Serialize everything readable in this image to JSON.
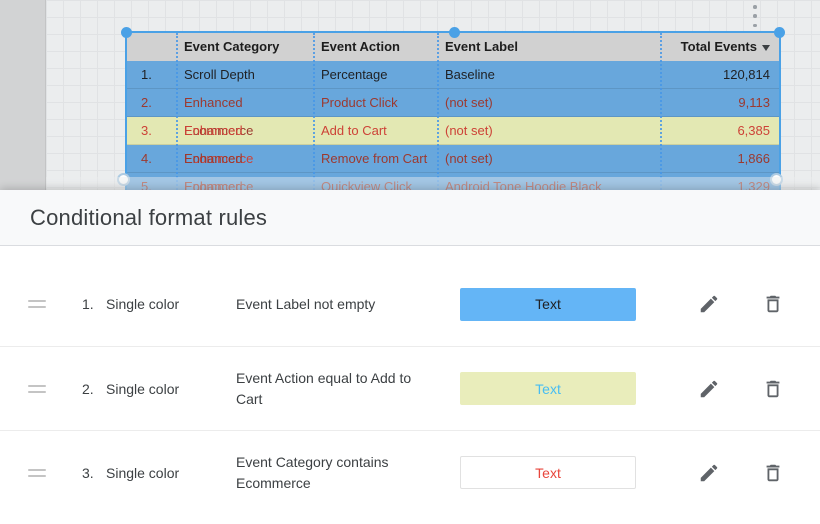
{
  "table": {
    "header": {
      "row_number_label": "",
      "col_category": "Event Category",
      "col_action": "Event Action",
      "col_label": "Event Label",
      "col_total": "Total Events",
      "sorted_by": "Total Events",
      "sort_direction": "desc"
    },
    "rows": [
      {
        "num": "1.",
        "category": "Scroll Depth",
        "action": "Percentage",
        "label": "Baseline",
        "total": "120,814"
      },
      {
        "num": "2.",
        "category": "Enhanced Ecommerce",
        "action": "Product Click",
        "label": "(not set)",
        "total": "9,113"
      },
      {
        "num": "3.",
        "category": "Enhanced Ecommerce",
        "action": "Add to Cart",
        "label": "(not set)",
        "total": "6,385"
      },
      {
        "num": "4.",
        "category": "Enhanced Ecommerce",
        "action": "Remove from Cart",
        "label": "(not set)",
        "total": "1,866"
      },
      {
        "num": "5.",
        "category": "Enhanced Ecommerce",
        "action": "Quickview Click",
        "label": "Android Tone Hoodie Black",
        "total": "1,329"
      }
    ]
  },
  "panel": {
    "title": "Conditional format rules",
    "rules": [
      {
        "index": "1.",
        "type": "Single color",
        "condition": "Event Label not empty",
        "swatch_label": "Text",
        "swatch_bg": "#64b5f6",
        "swatch_text_color": "#202124",
        "swatch_style": "background:#64b5f6;color:#202124"
      },
      {
        "index": "2.",
        "type": "Single color",
        "condition": "Event Action equal to Add to Cart",
        "swatch_label": "Text",
        "swatch_bg": "#e9edbb",
        "swatch_text_color": "#47bdf2",
        "swatch_style": "background:#e9edbb;color:#47bdf2"
      },
      {
        "index": "3.",
        "type": "Single color",
        "condition": "Event Category contains Ecommerce",
        "swatch_label": "Text",
        "swatch_bg": "#ffffff",
        "swatch_text_color": "#e8463c",
        "swatch_style": "background:#ffffff;color:#e8463c;border:1px solid #e1e1e1"
      }
    ]
  },
  "colors": {
    "row_highlight_blue": "#68a7dc",
    "row_highlight_yellow": "#e3e8b3",
    "row_text_dark_red": "#9c392f",
    "row_text_red": "#cd4237",
    "selection_blue": "#4aa1e6",
    "panel_header_bg": "#f8f9fa",
    "icon_gray": "#5f6368"
  },
  "icons": {
    "more_vert": "more-options",
    "edit": "pencil",
    "delete": "trash",
    "drag": "drag-handle",
    "sort": "sort-desc-arrow"
  }
}
